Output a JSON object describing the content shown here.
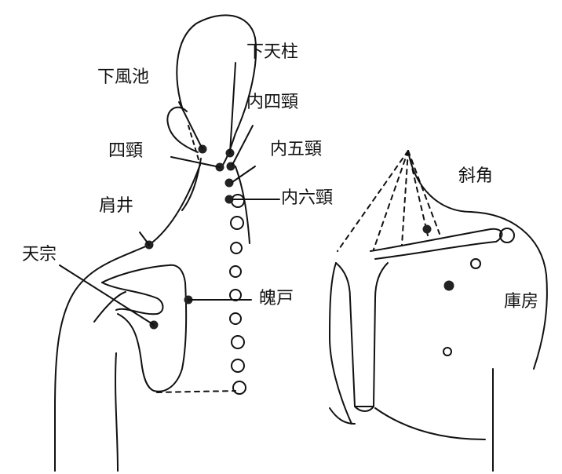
{
  "labels": {
    "shimo_fuchi": "下風池",
    "shimo_tenchu": "下天柱",
    "nai_shikei": "内四頸",
    "shikei": "四頸",
    "nai_gokei": "内五頸",
    "kensei": "肩井",
    "nai_rokukei": "内六頸",
    "tenso": "天宗",
    "hakko": "魄戸",
    "shakaku": "斜角",
    "kobo": "庫房"
  },
  "colors": {
    "line": "#111111",
    "point": "#222222",
    "background": "#ffffff"
  }
}
